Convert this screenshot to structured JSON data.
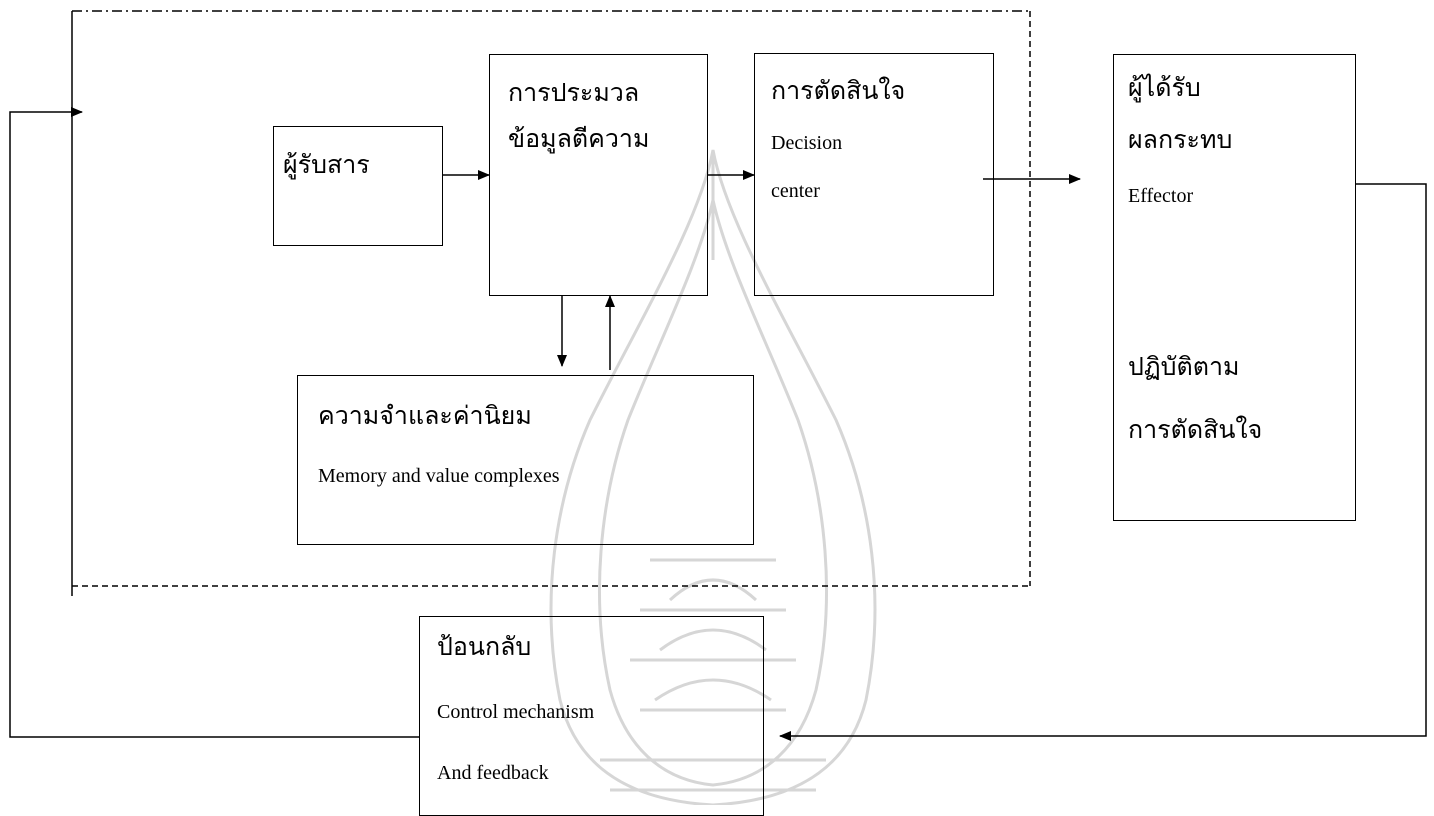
{
  "diagram": {
    "receiver": {
      "label": "ผู้รับสาร"
    },
    "processing": {
      "line1": "การประมวล",
      "line2": "ข้อมูลตีความ"
    },
    "decision": {
      "th": "การตัดสินใจ",
      "en1": "Decision",
      "en2": "center"
    },
    "memory": {
      "th": "ความจำและค่านิยม",
      "en": "Memory and value complexes"
    },
    "effector": {
      "th1": "ผู้ได้รับ",
      "th2": "ผลกระทบ",
      "en": "Effector",
      "th3": "ปฏิบัติตาม",
      "th4": "การตัดสินใจ"
    },
    "feedback": {
      "th": "ป้อนกลับ",
      "en1": "Control mechanism",
      "en2": "And feedback"
    }
  },
  "colors": {
    "stroke": "#000000",
    "watermark": "#cfcfcf"
  },
  "watermark_icon": "temple-seal-watermark-icon"
}
